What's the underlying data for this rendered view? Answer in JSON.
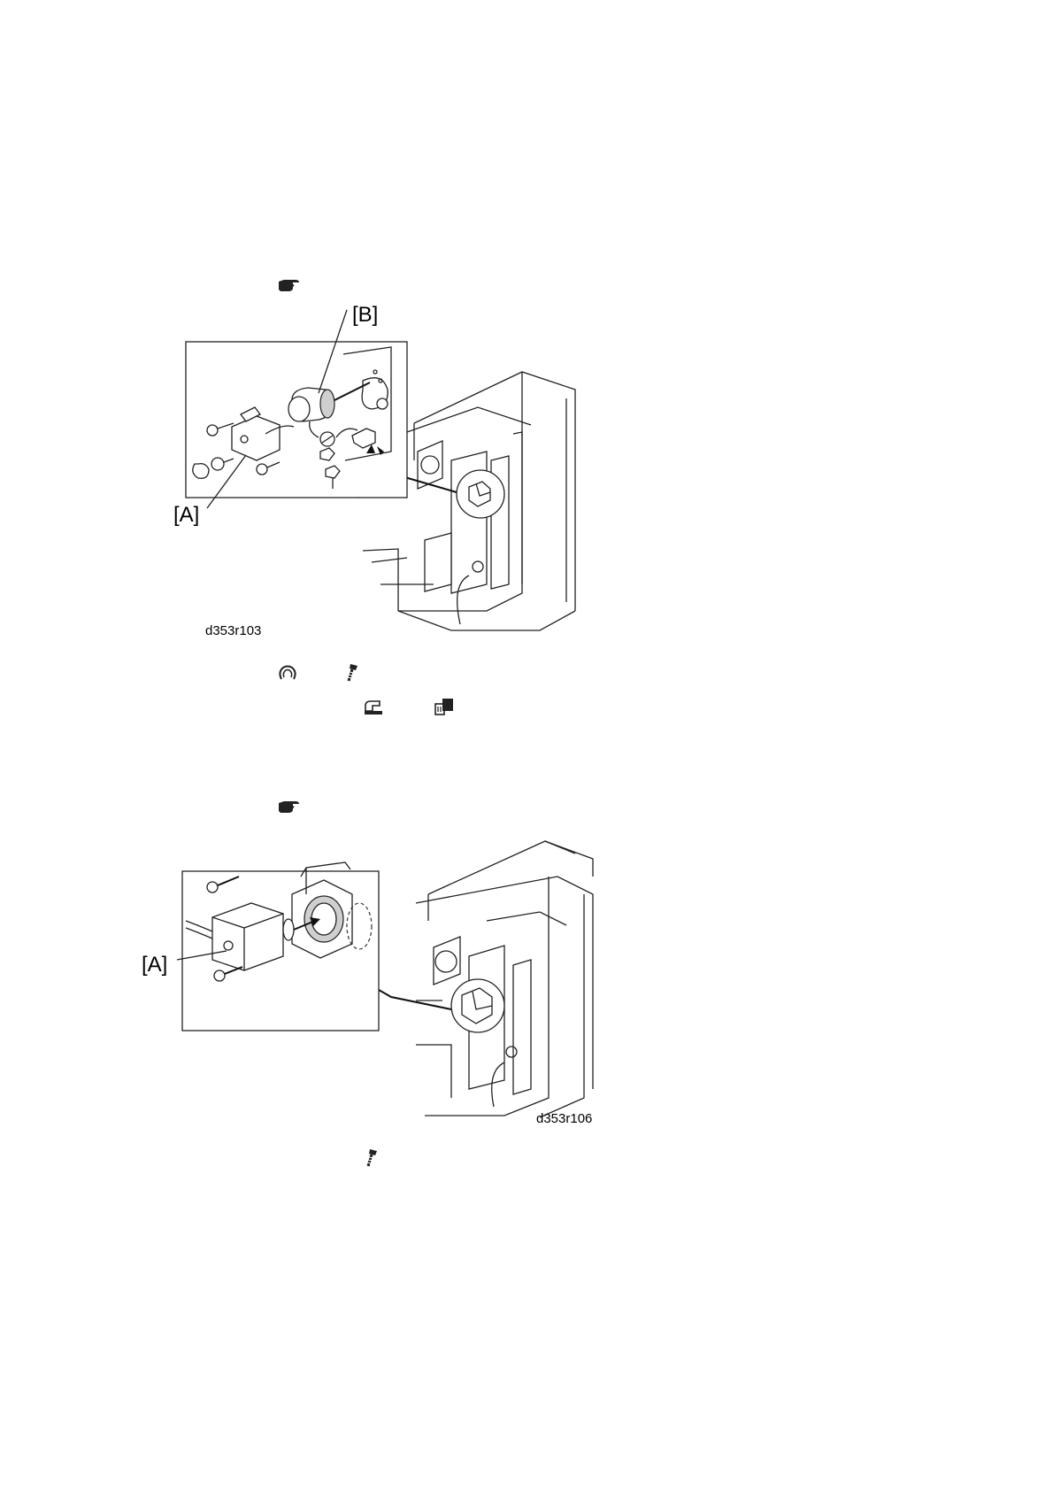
{
  "figure1": {
    "label_b": "[B]",
    "label_a": "[A]",
    "code": "d353r103"
  },
  "figure2": {
    "label_a": "[A]",
    "code": "d353r106"
  },
  "icons": {
    "note1": "pointing-hand-icon",
    "note2": "pointing-hand-icon",
    "row1": [
      "clip-icon",
      "screw-icon"
    ],
    "row2": [
      "harness-clamp-icon",
      "connector-icon"
    ],
    "row3": [
      "screw-icon"
    ]
  }
}
